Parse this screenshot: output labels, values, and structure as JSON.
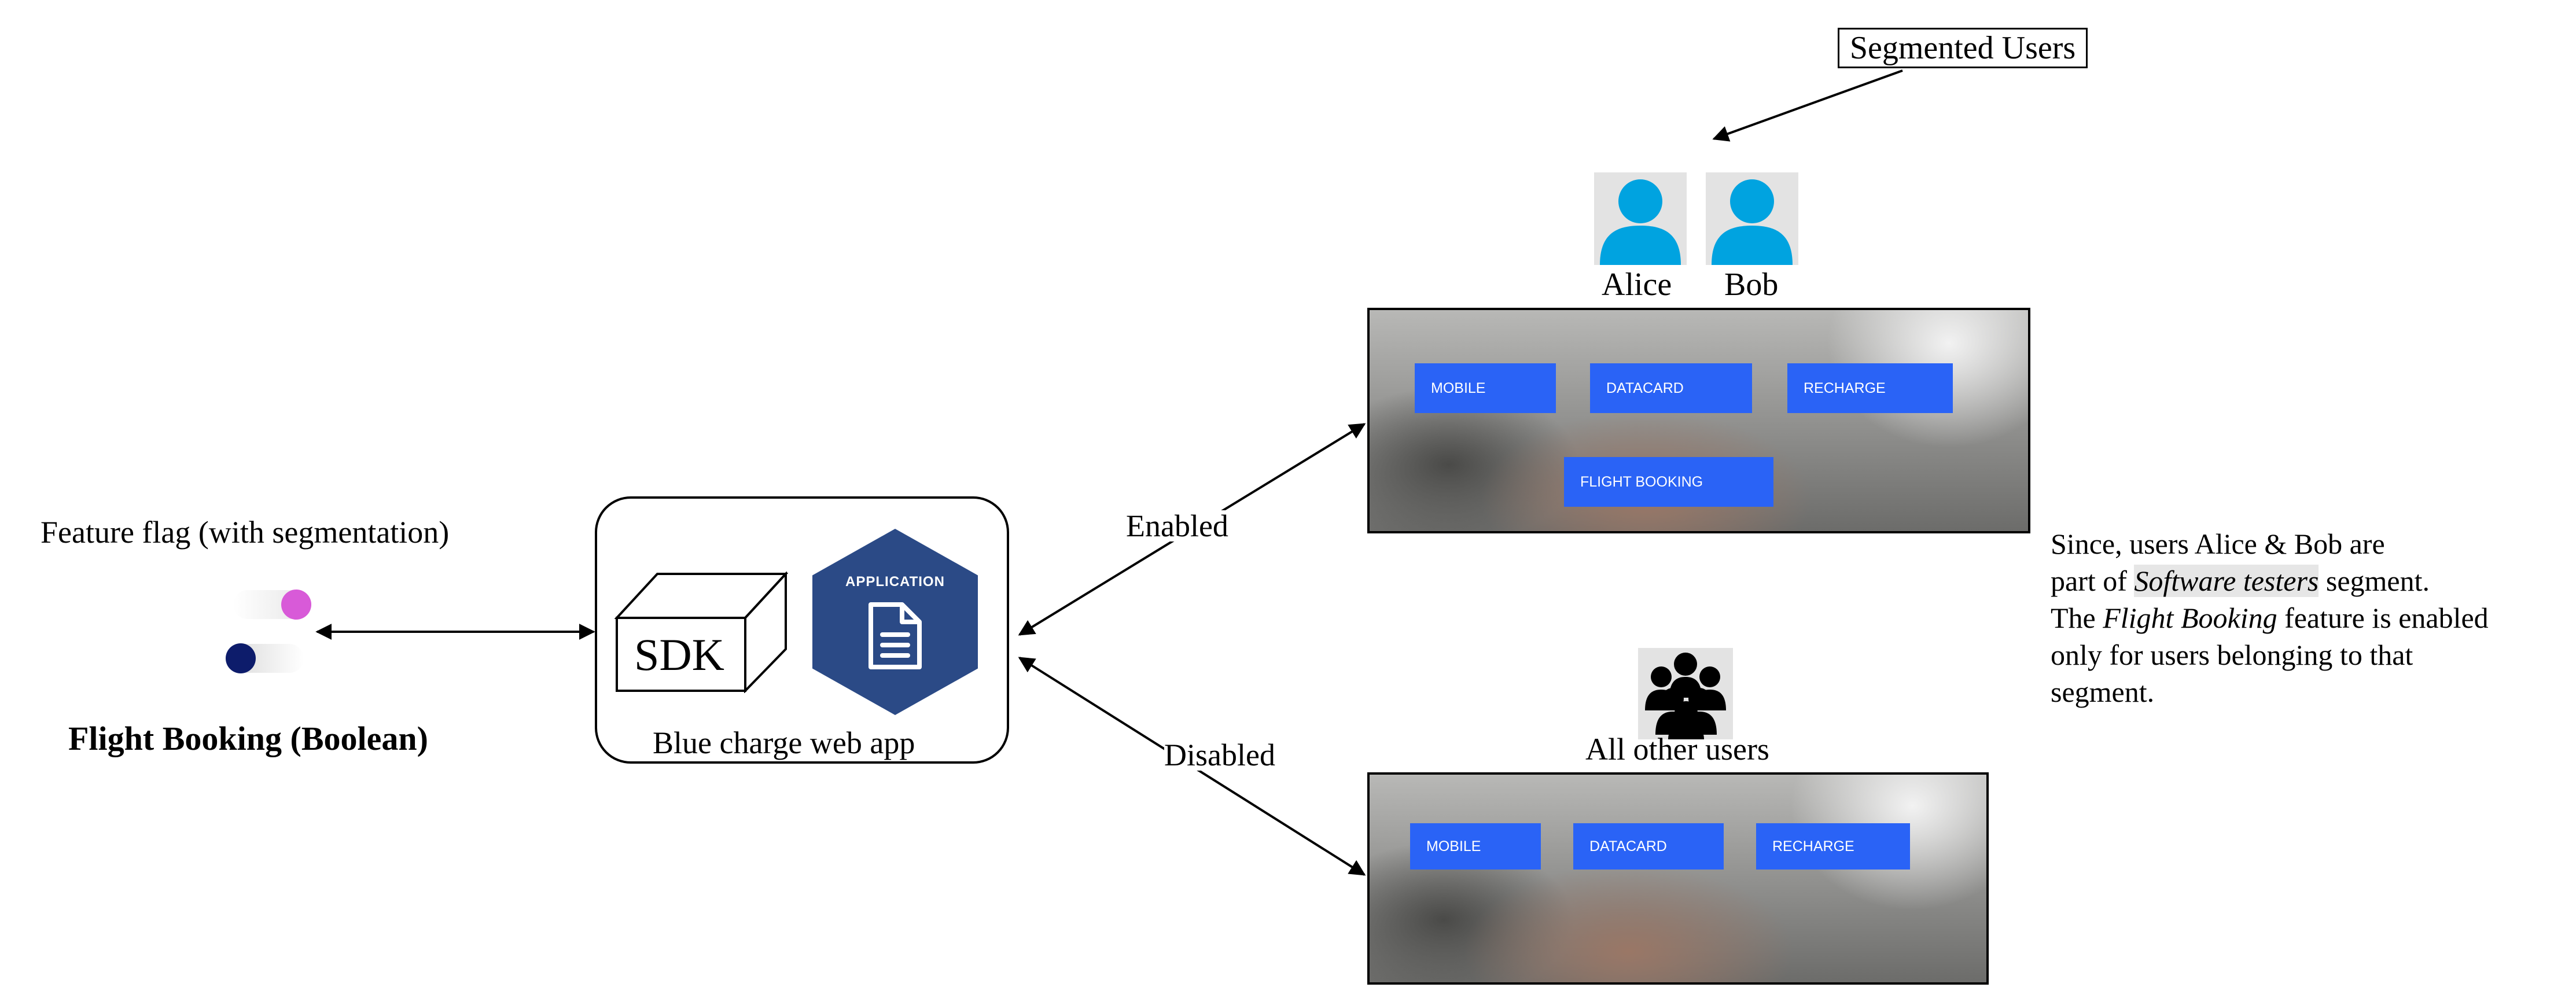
{
  "feature_flag": {
    "title": "Feature flag (with segmentation)",
    "name": "Flight Booking (Boolean)",
    "on_color": "#d85ad8",
    "off_color": "#0d1c6b"
  },
  "web_app": {
    "caption": "Blue charge web app",
    "sdk_label": "SDK",
    "app_icon_label": "APPLICATION",
    "hex_color": "#2b4a86"
  },
  "edges": {
    "enabled": "Enabled",
    "disabled": "Disabled"
  },
  "segmented_users": {
    "label": "Segmented Users",
    "users": [
      "Alice",
      "Bob"
    ],
    "icon_color": "#00a3e0"
  },
  "all_users": {
    "label": "All other users"
  },
  "screen_enabled": {
    "buttons": [
      "MOBILE",
      "DATACARD",
      "RECHARGE",
      "FLIGHT BOOKING"
    ],
    "button_color": "#2a63f6"
  },
  "screen_disabled": {
    "buttons": [
      "MOBILE",
      "DATACARD",
      "RECHARGE"
    ]
  },
  "note": {
    "line1": "Since, users Alice & Bob are",
    "line2_pre": "part of ",
    "line2_em": "Software testers",
    "line2_post": " segment.",
    "line3_pre": "The ",
    "line3_em": "Flight Booking",
    "line3_post": " feature is enabled",
    "line4": "only for users belonging to that",
    "line5": "segment."
  }
}
